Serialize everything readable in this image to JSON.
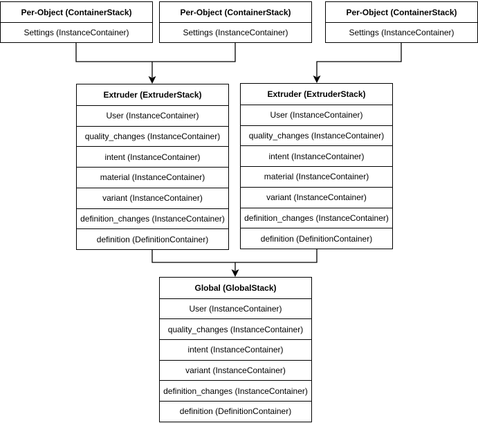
{
  "per_object_stacks": [
    {
      "title": "Per-Object (ContainerStack)",
      "rows": [
        "Settings (InstanceContainer)"
      ]
    },
    {
      "title": "Per-Object (ContainerStack)",
      "rows": [
        "Settings (InstanceContainer)"
      ]
    },
    {
      "title": "Per-Object (ContainerStack)",
      "rows": [
        "Settings (InstanceContainer)"
      ]
    }
  ],
  "extruder_stacks": [
    {
      "title": "Extruder (ExtruderStack)",
      "rows": [
        "User (InstanceContainer)",
        "quality_changes (InstanceContainer)",
        "intent (InstanceContainer)",
        "material (InstanceContainer)",
        "variant (InstanceContainer)",
        "definition_changes (InstanceContainer)",
        "definition (DefinitionContainer)"
      ]
    },
    {
      "title": "Extruder (ExtruderStack)",
      "rows": [
        "User (InstanceContainer)",
        "quality_changes (InstanceContainer)",
        "intent (InstanceContainer)",
        "material (InstanceContainer)",
        "variant (InstanceContainer)",
        "definition_changes (InstanceContainer)",
        "definition (DefinitionContainer)"
      ]
    }
  ],
  "global_stack": {
    "title": "Global (GlobalStack)",
    "rows": [
      "User (InstanceContainer)",
      "quality_changes (InstanceContainer)",
      "intent (InstanceContainer)",
      "variant (InstanceContainer)",
      "definition_changes (InstanceContainer)",
      "definition (DefinitionContainer)"
    ]
  },
  "colors": {
    "line": "#000000",
    "fill": "#ffffff",
    "text": "#000000"
  }
}
